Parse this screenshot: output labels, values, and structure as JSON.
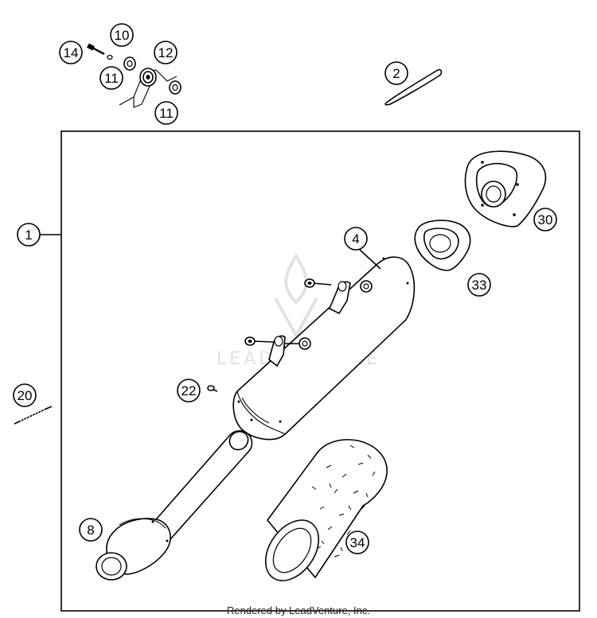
{
  "callouts": {
    "c1": "1",
    "c2": "2",
    "c4": "4",
    "c8": "8",
    "c10": "10",
    "c11a": "11",
    "c11b": "11",
    "c12": "12",
    "c14": "14",
    "c20": "20",
    "c22": "22",
    "c30": "30",
    "c33": "33",
    "c34": "34"
  },
  "watermark": {
    "text": "LEADVENTURE"
  },
  "footer": {
    "credit": "Rendered by LeadVenture, Inc."
  },
  "colors": {
    "line": "#000000",
    "watermark": "#e2e2e2",
    "background": "#ffffff"
  },
  "icons": {
    "watermark_logo": "flame-v-logo-icon"
  }
}
